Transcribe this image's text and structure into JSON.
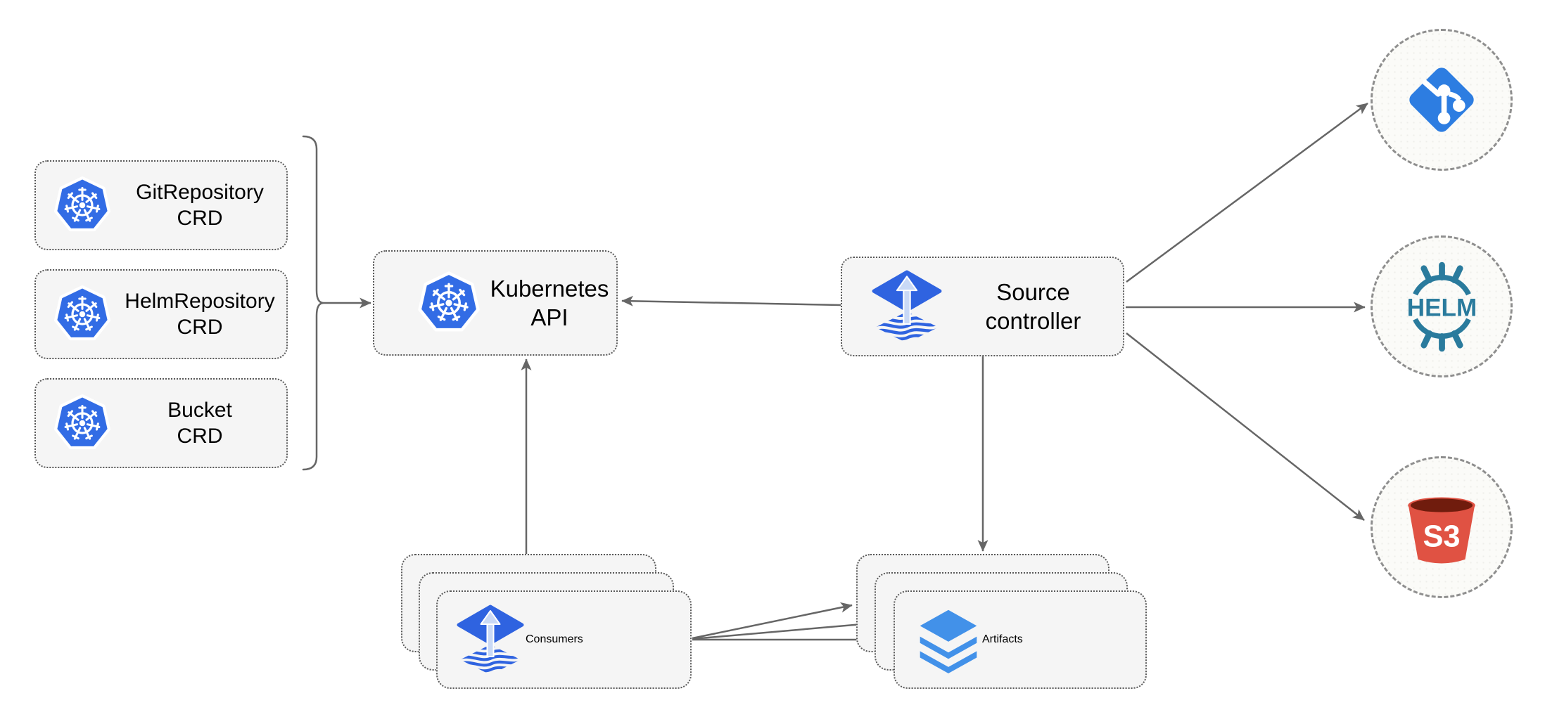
{
  "colors": {
    "canvas-bg": "#ffffff",
    "node-fill": "#f5f5f5",
    "node-border": "#595959",
    "circle-fill": "#fbfbf8",
    "circle-border": "#8f8f8f",
    "connector": "#666666",
    "k8s-blue": "#326ce5",
    "flux-blue": "#2f63e0",
    "flux-arrow-light": "#c9d9f6",
    "git-blue": "#2d7de1",
    "helm-teal": "#2a7b9d",
    "s3-red": "#e05243",
    "s3-dark": "#701c0d",
    "layers-blue": "#4291e9",
    "label": "#000000"
  },
  "nodes": {
    "git_crd": {
      "line1": "GitRepository",
      "line2": "CRD",
      "icon": "kubernetes-icon"
    },
    "helm_crd": {
      "line1": "HelmRepository",
      "line2": "CRD",
      "icon": "kubernetes-icon"
    },
    "bucket_crd": {
      "line1": "Bucket",
      "line2": "CRD",
      "icon": "kubernetes-icon"
    },
    "kubernetes_api": {
      "label": "Kubernetes API",
      "icon": "kubernetes-icon"
    },
    "source_controller": {
      "line1": "Source",
      "line2": "controller",
      "icon": "flux-icon"
    },
    "consumers": {
      "label": "Consumers",
      "icon": "flux-icon"
    },
    "artifacts": {
      "label": "Artifacts",
      "icon": "layers-icon"
    }
  },
  "external": {
    "git": {
      "icon": "git-icon"
    },
    "helm": {
      "icon": "helm-icon",
      "text": "HELM"
    },
    "s3": {
      "icon": "s3-bucket-icon",
      "text": "S3"
    }
  }
}
